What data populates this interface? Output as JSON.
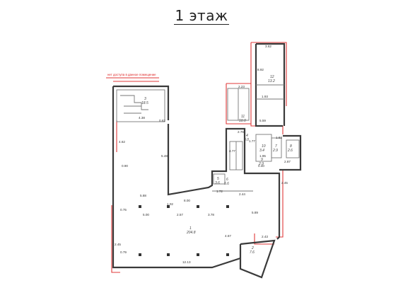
{
  "title": "1 этаж",
  "colors": {
    "wall": "#3a3a3a",
    "wall_red": "#e03a3a",
    "inner": "#777777"
  },
  "annotation": "нет доступа в данное помещение",
  "rooms": [
    {
      "id": "room-1",
      "number": "1",
      "area": "204.8"
    },
    {
      "id": "room-2",
      "number": "2",
      "area": "7.6"
    },
    {
      "id": "room-stair-left",
      "number": "3",
      "area": "18.5"
    },
    {
      "id": "room-corridor",
      "number": "4",
      "area": "8.0"
    },
    {
      "id": "room-small-a",
      "number": "5",
      "area": "3.6"
    },
    {
      "id": "room-small-b",
      "number": "6",
      "area": "5.6"
    },
    {
      "id": "room-wc1",
      "number": "7",
      "area": "2.9"
    },
    {
      "id": "room-wc2",
      "number": "8",
      "area": "2.6"
    },
    {
      "id": "room-hall",
      "number": "9",
      "area": "2.9"
    },
    {
      "id": "room-mid",
      "number": "10",
      "area": "3.4"
    },
    {
      "id": "room-stair-right",
      "number": "11",
      "area": "10.0"
    },
    {
      "id": "room-tower",
      "number": "12",
      "area": "13.2"
    }
  ],
  "dimensions": [
    "4.38",
    "0.62",
    "4.62",
    "5.48",
    "5.88",
    "5.00",
    "2.57",
    "3.78",
    "5.89",
    "8.00",
    "1.02",
    "0.90",
    "0.75",
    "0.79",
    "2.45",
    "12.13",
    "4.67",
    "2.43",
    "2.44",
    "1.72",
    "2.23",
    "1.93",
    "3.62",
    "2.76",
    "4.77",
    "1.95",
    "1.63",
    "1.77",
    "2.45",
    "2.87",
    "5.59",
    "8.92",
    "0.40"
  ]
}
